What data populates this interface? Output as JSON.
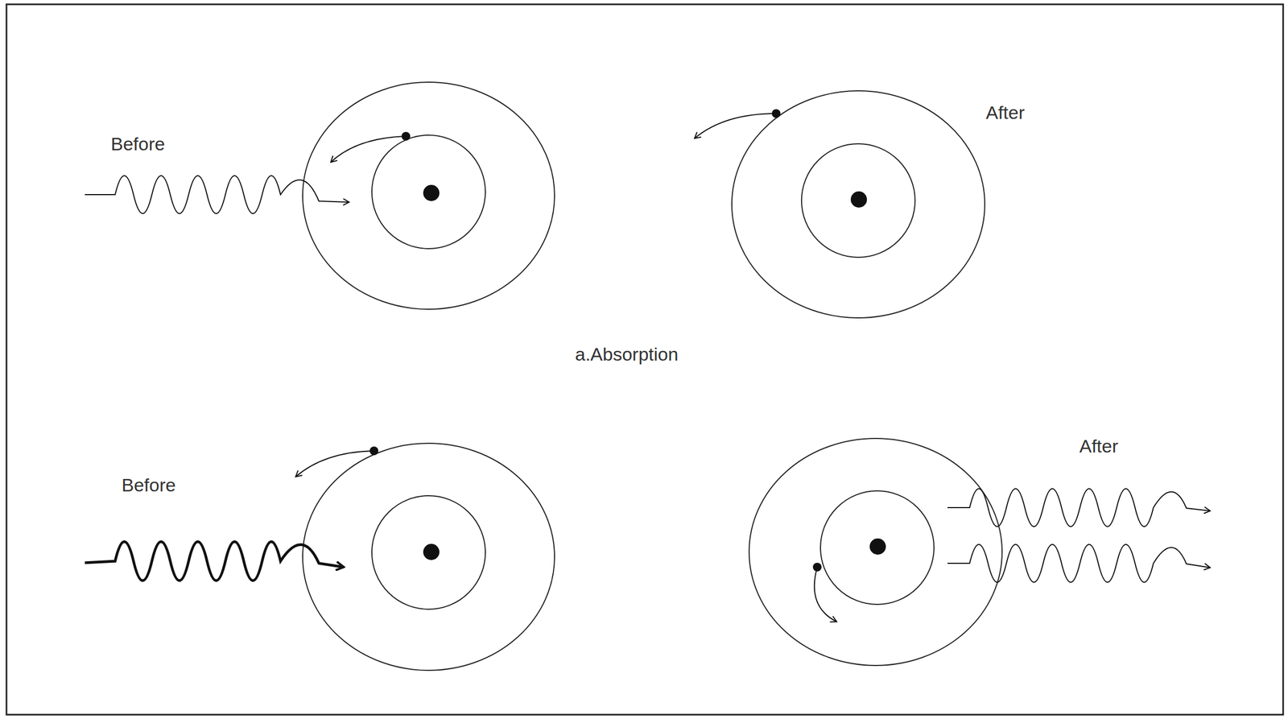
{
  "diagram": {
    "labels": [
      "Before",
      "After",
      "a.Absorption",
      "Before",
      "After"
    ]
  }
}
